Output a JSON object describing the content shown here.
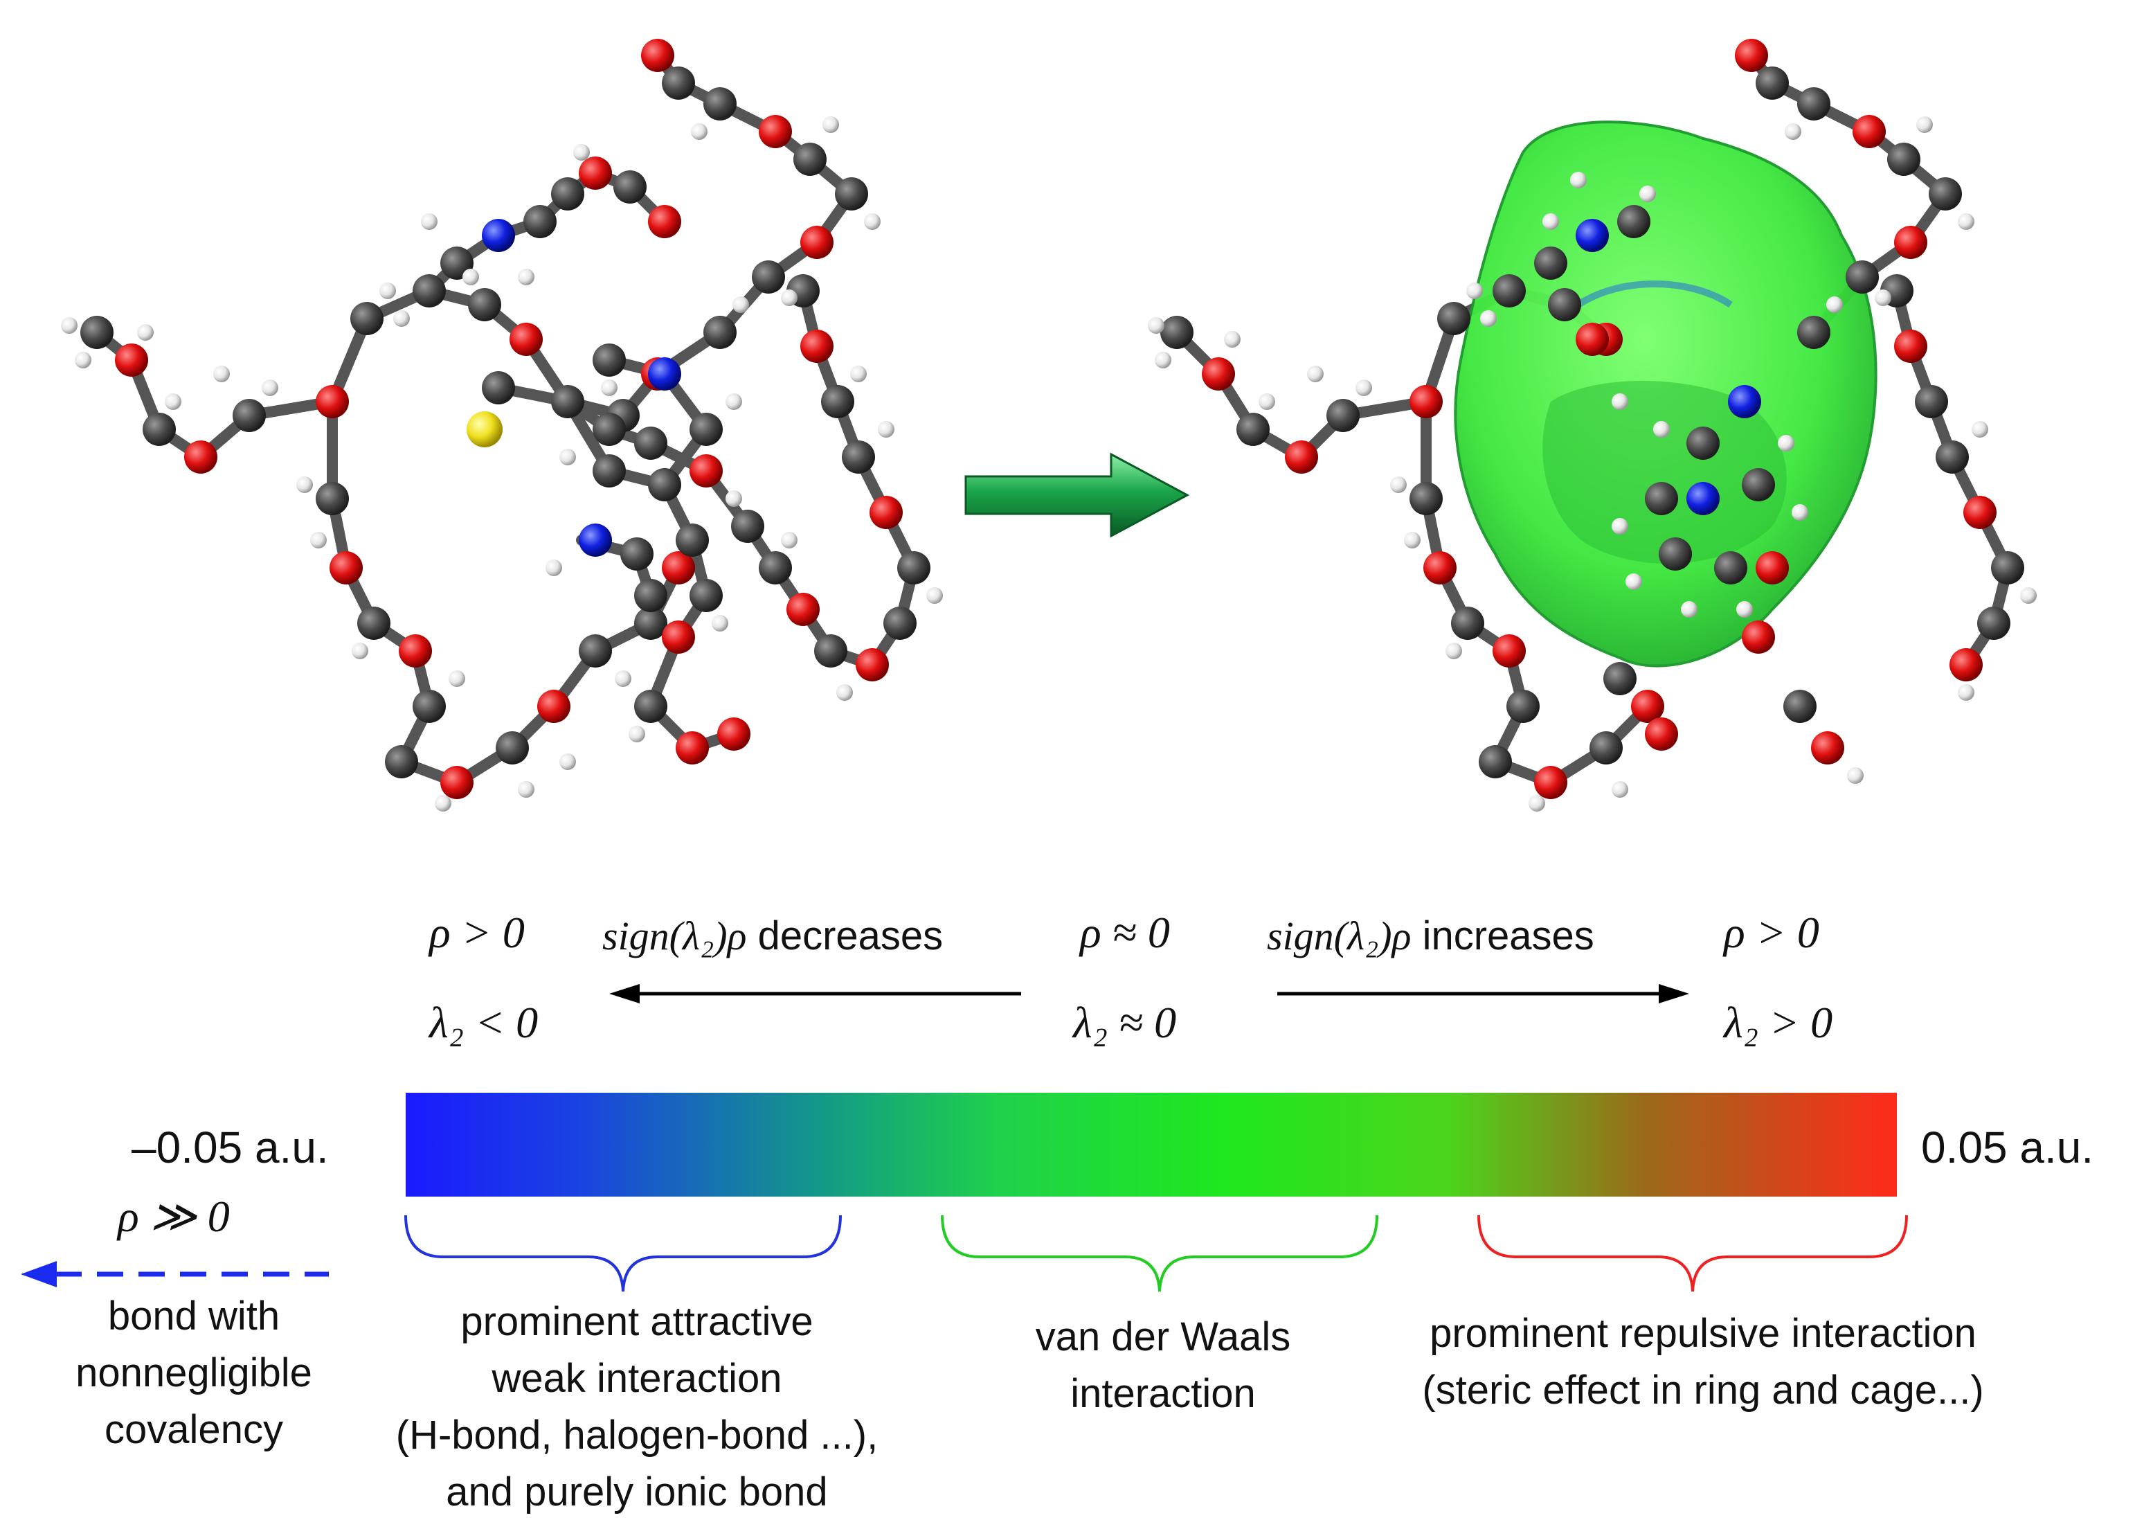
{
  "scale_labels": {
    "min": "–0.05 a.u.",
    "max": "0.05 a.u."
  },
  "expressions": {
    "left_rho": "ρ > 0",
    "left_lambda": "λ₂ < 0",
    "center_rho": "ρ ≈ 0",
    "center_lambda": "λ₂ ≈ 0",
    "right_rho": "ρ > 0",
    "right_lambda": "λ₂ > 0",
    "decreases_expr": "sign(λ₂)ρ",
    "decreases_word": "decreases",
    "increases_expr": "sign(λ₂)ρ",
    "increases_word": "increases",
    "far_left_rho": "ρ ≫ 0"
  },
  "regions": {
    "covalent": [
      "bond with",
      "nonnegligible",
      "covalency"
    ],
    "attractive": [
      "prominent attractive",
      "weak interaction",
      "(H-bond, halogen-bond ...),",
      "and purely ionic bond"
    ],
    "vdw": [
      "van der Waals",
      "interaction"
    ],
    "repulsive": [
      "prominent repulsive interaction",
      "(steric effect in ring and cage...)"
    ]
  },
  "colors": {
    "blue": "#1a1aff",
    "teal": "#139a86",
    "green": "#1ee81e",
    "brown": "#9a6a1a",
    "red": "#ff2a1a",
    "arrow_green": "#1aa64a",
    "brace_blue": "#2233dd",
    "brace_green": "#22cc22",
    "brace_red": "#ee2222",
    "atom_carbon": "#4a4a4a",
    "atom_oxygen": "#e01010",
    "atom_nitrogen": "#1020e0",
    "atom_sulfur": "#f0e020",
    "atom_hydrogen": "#f2f2f2",
    "isosurface": "#3ee83e"
  },
  "icons": {
    "process_arrow": "right-arrow-icon",
    "dashed_arrow": "left-arrow-icon"
  }
}
